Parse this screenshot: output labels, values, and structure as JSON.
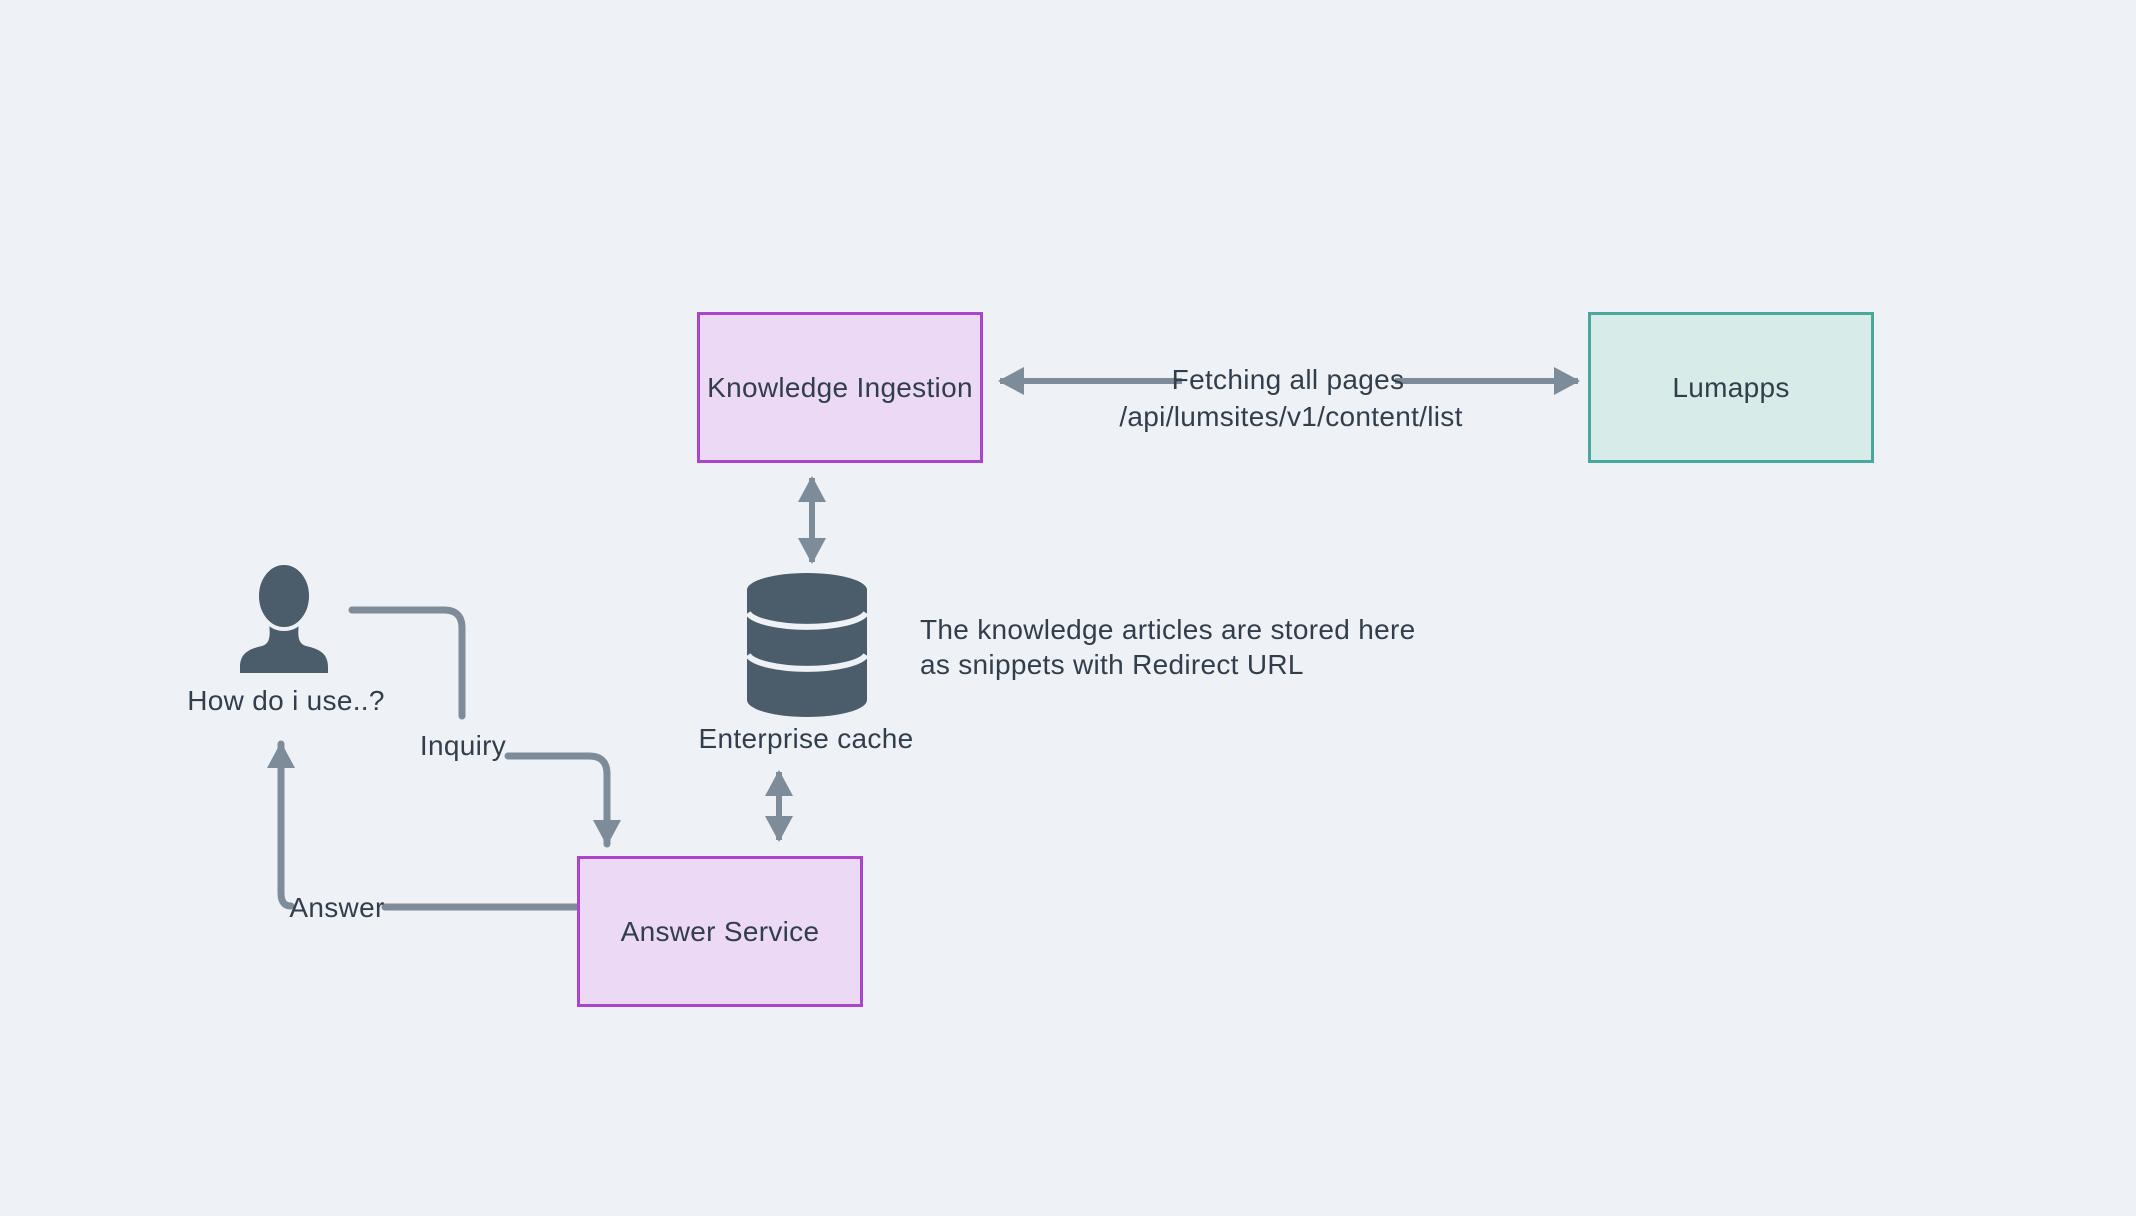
{
  "nodes": {
    "knowledge_ingestion": {
      "label": "Knowledge Ingestion"
    },
    "lumapps": {
      "label": "Lumapps"
    },
    "answer_service": {
      "label": "Answer Service"
    },
    "enterprise_cache": {
      "label": "Enterprise cache"
    },
    "user": {
      "label": "How do i use..?"
    }
  },
  "edges": {
    "fetch": {
      "label": "Fetching all pages",
      "sublabel": "/api/lumsites/v1/content/list"
    },
    "inquiry": {
      "label": "Inquiry"
    },
    "answer": {
      "label": "Answer"
    }
  },
  "annotations": {
    "cache_note_line1": "The knowledge articles are stored here",
    "cache_note_line2": "as snippets with Redirect URL"
  },
  "icons": {
    "user": "user-icon",
    "database": "database-icon"
  },
  "colors": {
    "background": "#eef1f5",
    "node_purple_fill": "#ecd9f5",
    "node_purple_border": "#a846cd",
    "node_teal_fill": "#d7ebe8",
    "node_teal_border": "#49a79e",
    "connector": "#7e8b99",
    "icon": "#4b5c6b",
    "text": "#333e4c"
  }
}
